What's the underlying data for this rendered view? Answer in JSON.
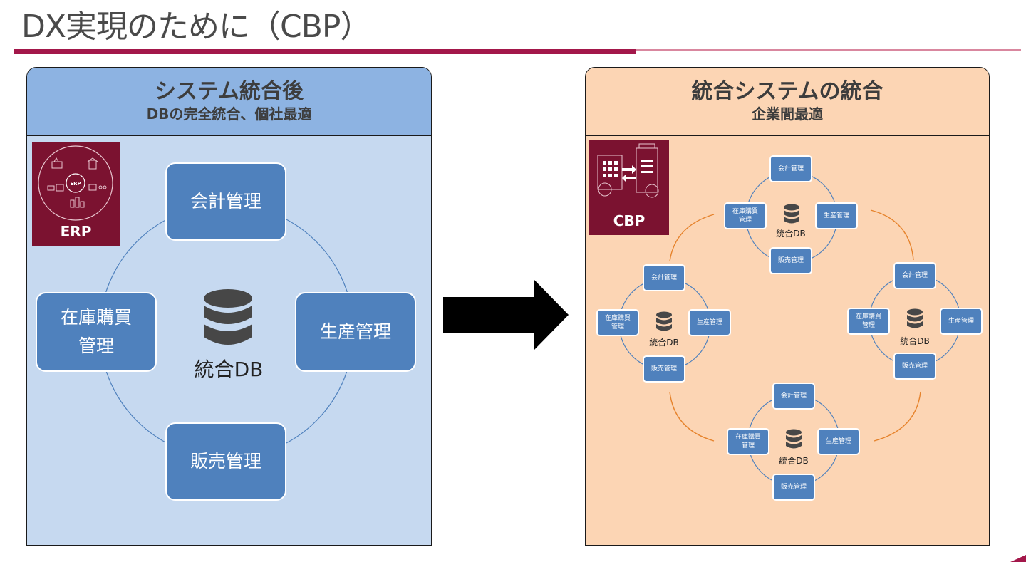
{
  "slide": {
    "title": "DX実現のために（CBP）"
  },
  "colors": {
    "accent": "#a3174a",
    "badge": "#7b1230",
    "module_fill": "#4f81bd",
    "left_panel_bg": "#c6d9f0",
    "left_header_bg": "#8db3e2",
    "right_panel_bg": "#fcd5b4",
    "connector_blue": "#4f81bd",
    "connector_orange": "#e6832c"
  },
  "left_panel": {
    "title": "システム統合後",
    "subtitle": "DBの完全統合、個社最適",
    "badge_label": "ERP",
    "badge_inner_label": "ERP",
    "modules": {
      "top": "会計管理",
      "left_line1": "在庫購買",
      "left_line2": "管理",
      "right": "生産管理",
      "bottom": "販売管理"
    },
    "db_label": "統合DB"
  },
  "transition_arrow": "right-arrow",
  "right_panel": {
    "title": "統合システムの統合",
    "subtitle": "企業間最適",
    "badge_label": "CBP",
    "clusters": [
      {
        "position": "top",
        "top": "会計管理",
        "left_line1": "在庫購買",
        "left_line2": "管理",
        "right": "生産管理",
        "bottom": "販売管理",
        "db_label": "統合DB"
      },
      {
        "position": "left",
        "top": "会計管理",
        "left_line1": "在庫購買",
        "left_line2": "管理",
        "right": "生産管理",
        "bottom": "販売管理",
        "db_label": "統合DB"
      },
      {
        "position": "right",
        "top": "会計管理",
        "left_line1": "在庫購買",
        "left_line2": "管理",
        "right": "生産管理",
        "bottom": "販売管理",
        "db_label": "統合DB"
      },
      {
        "position": "bottom",
        "top": "会計管理",
        "left_line1": "在庫購買",
        "left_line2": "管理",
        "right": "生産管理",
        "bottom": "販売管理",
        "db_label": "統合DB"
      }
    ]
  }
}
